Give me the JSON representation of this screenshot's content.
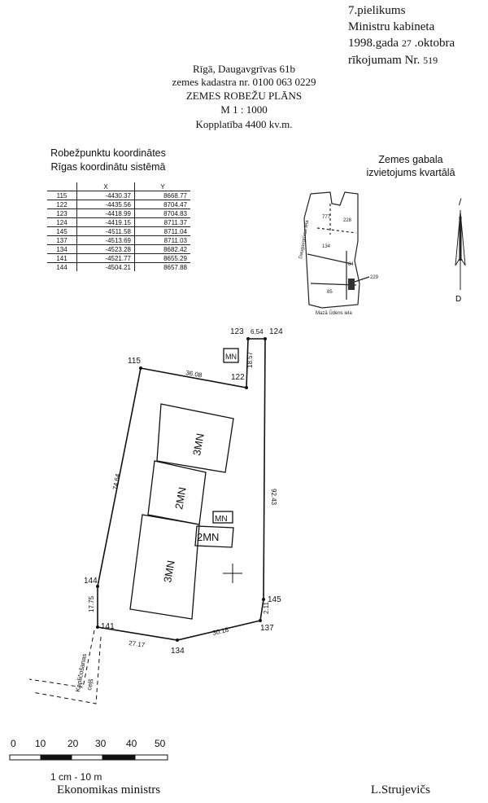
{
  "annex": {
    "line1": "7.pielikums",
    "line2": "Ministru kabineta",
    "line3_prefix": "1998.gada",
    "line3_day": "27",
    "line3_suffix": ".oktobra",
    "line4_prefix": "rīkojumam Nr.",
    "line4_number": "519"
  },
  "plan_header": {
    "address": "Rīgā, Daugavgrīvas 61b",
    "cadastre": "zemes kadastra nr. 0100 063 0229",
    "title": "ZEMES ROBEŽU PLĀNS",
    "scale": "M 1 : 1000",
    "area": "Kopplatība 4400 kv.m."
  },
  "coordinates": {
    "title_line1": "Robežpunktu koordinātes",
    "title_line2": "Rīgas  koordinātu sistēmā",
    "col_x": "X",
    "col_y": "Y",
    "rows": [
      {
        "pt": "115",
        "x": "-4430.37",
        "y": "8668.77"
      },
      {
        "pt": "122",
        "x": "-4435.56",
        "y": "8704.47"
      },
      {
        "pt": "123",
        "x": "-4418.99",
        "y": "8704.83"
      },
      {
        "pt": "124",
        "x": "-4419.15",
        "y": "8711.37"
      },
      {
        "pt": "145",
        "x": "-4511.58",
        "y": "8711.04"
      },
      {
        "pt": "137",
        "x": "-4513.69",
        "y": "8711.03"
      },
      {
        "pt": "134",
        "x": "-4523.28",
        "y": "8682.42"
      },
      {
        "pt": "141",
        "x": "-4521.77",
        "y": "8655.29"
      },
      {
        "pt": "144",
        "x": "-4504.21",
        "y": "8657.88"
      }
    ]
  },
  "location_map": {
    "title_line1": "Zemes gabala",
    "title_line2": "izvietojums kvartālā",
    "labels": {
      "p1": "777",
      "p2": "228",
      "p3": "134",
      "p4": "84",
      "p5": "85",
      "p6": "229",
      "street_left": "Daugavgrīvas iela",
      "street_bottom": "Mazā Ūdens iela"
    },
    "north_top": "/",
    "north_bottom": "D"
  },
  "plan": {
    "points": {
      "p115": "115",
      "p122": "122",
      "p123": "123",
      "p124": "124",
      "p145": "145",
      "p137": "137",
      "p134": "134",
      "p141": "141",
      "p144": "144"
    },
    "distances": {
      "d_115_122": "36.08",
      "d_122_123": "18.57",
      "d_123_124": "6.54",
      "d_124_145": "92.43",
      "d_145_137": "2.11",
      "d_137_134": "30.18",
      "d_134_141": "27.17",
      "d_141_144": "17.75",
      "d_144_115": "74.64"
    },
    "buildings": {
      "b_top": "3MN",
      "b_mid": "2MN",
      "b_bottom": "3MN",
      "b_small": "2MN",
      "b_tiny": "MN",
      "b_corner": "MN"
    },
    "road_line1": "Kapličošanas",
    "road_line2": "ceļš"
  },
  "scale_bar": {
    "ticks": [
      "0",
      "10",
      "20",
      "30",
      "40",
      "50"
    ],
    "caption": "1 cm - 10 m"
  },
  "footer": {
    "left": "Ekonomikas ministrs",
    "right": "L.Strujevičs"
  }
}
